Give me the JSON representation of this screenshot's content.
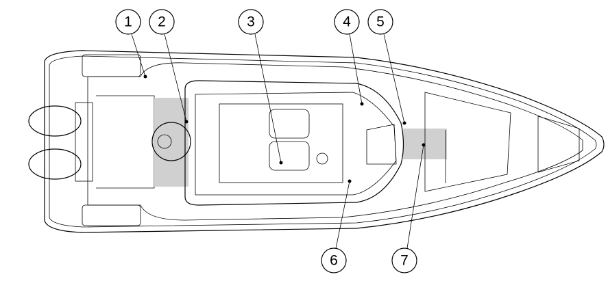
{
  "diagram": {
    "callouts": [
      {
        "label": "1"
      },
      {
        "label": "2"
      },
      {
        "label": "3"
      },
      {
        "label": "4"
      },
      {
        "label": "5"
      },
      {
        "label": "6"
      },
      {
        "label": "7"
      }
    ],
    "colors": {
      "line": "#000000",
      "highlight": "#d0d0d0",
      "background": "#ffffff"
    }
  }
}
